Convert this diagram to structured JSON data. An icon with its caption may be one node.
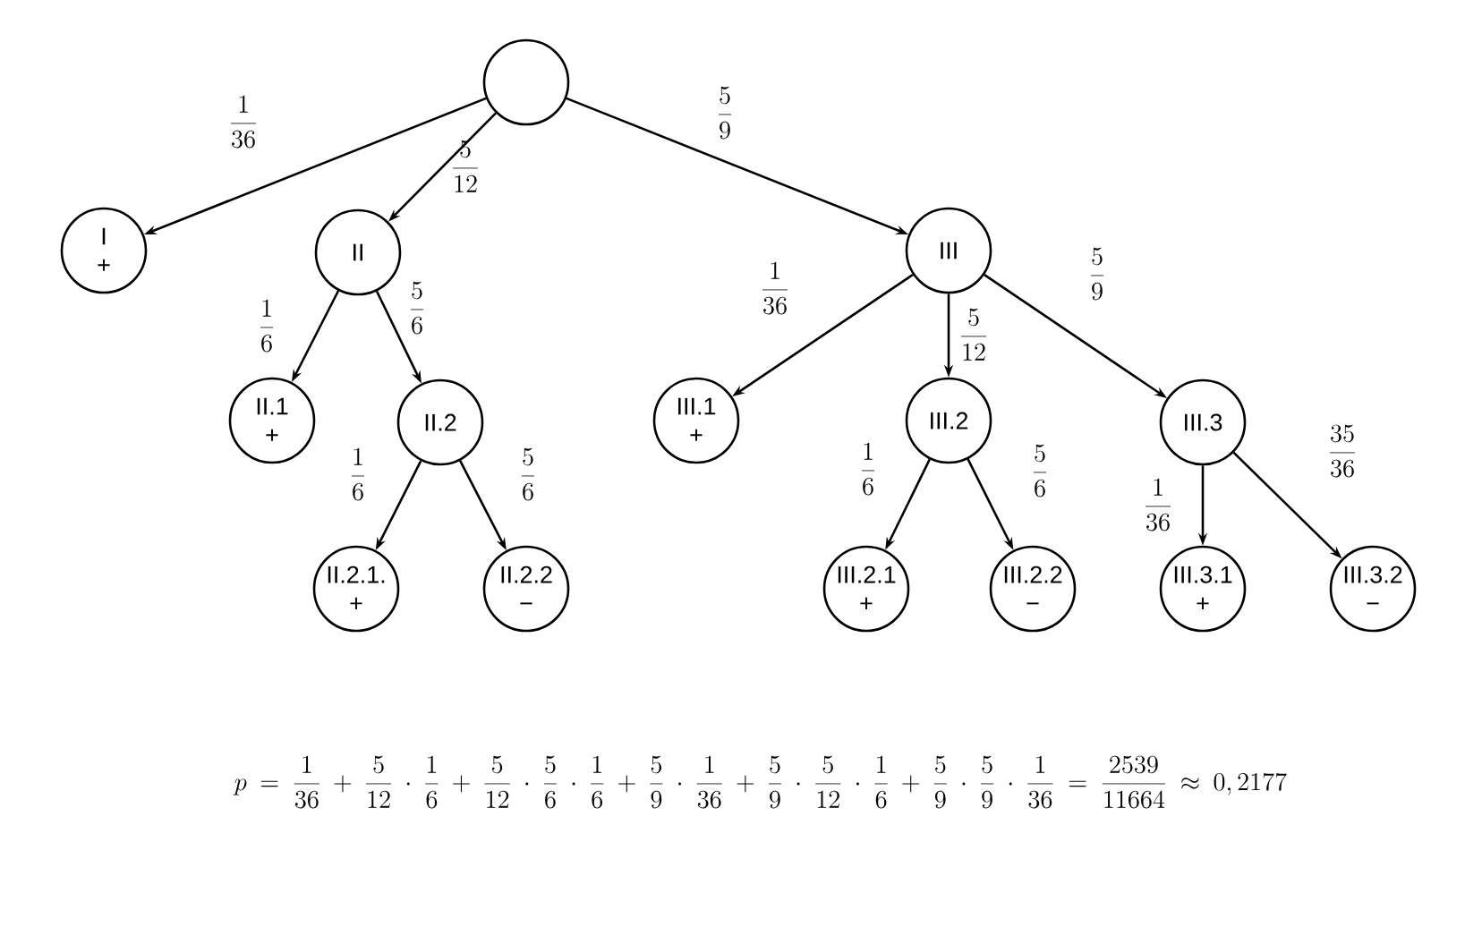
{
  "diagram": {
    "nodes": [
      {
        "text": [],
        "shape": "circle"
      },
      {
        "text": [
          "I",
          "+"
        ]
      },
      {
        "text": [
          "II"
        ]
      },
      {
        "text": [
          "III"
        ]
      },
      {
        "text": [
          "II.1",
          "+"
        ]
      },
      {
        "text": [
          "II.2"
        ]
      },
      {
        "text": [
          "III.1",
          "+"
        ]
      },
      {
        "text": [
          "III.2"
        ]
      },
      {
        "text": [
          "III.3"
        ]
      },
      {
        "text": [
          "II.2.1.",
          "+"
        ]
      },
      {
        "text": [
          "II.2.2",
          "−"
        ]
      },
      {
        "text": [
          "III.2.1",
          "+"
        ]
      },
      {
        "text": [
          "III.2.2",
          "−"
        ]
      },
      {
        "text": [
          "III.3.1",
          "+"
        ]
      },
      {
        "text": [
          "III.3.2",
          "−"
        ]
      }
    ],
    "edges": [
      {
        "from": 0,
        "to": 1,
        "arrow": "to",
        "label": "\\frac{1}{36}"
      },
      {
        "from": 0,
        "to": 2,
        "arrow": "to",
        "label": "\\frac{5}{12}"
      },
      {
        "from": 0,
        "to": 3,
        "arrow": "to",
        "label": "\\frac{5}{9}"
      },
      {
        "from": 2,
        "to": 4,
        "arrow": "to",
        "label": "\\frac{1}{6}"
      },
      {
        "from": 2,
        "to": 5,
        "arrow": "to",
        "label": "\\frac{5}{6}"
      },
      {
        "from": 3,
        "to": 6,
        "arrow": "to",
        "label": "\\frac{1}{36}"
      },
      {
        "from": 3,
        "to": 7,
        "arrow": "to",
        "label": "\\frac{5}{12}"
      },
      {
        "from": 3,
        "to": 8,
        "arrow": "to",
        "label": "\\frac{5}{9}"
      },
      {
        "from": 5,
        "to": 9,
        "arrow": "to",
        "label": "\\frac{1}{6}"
      },
      {
        "from": 5,
        "to": 10,
        "arrow": "to",
        "label": "\\frac{5}{6}"
      },
      {
        "from": 7,
        "to": 11,
        "arrow": "to",
        "label": "\\frac{1}{6}"
      },
      {
        "from": 7,
        "to": 12,
        "arrow": "to",
        "label": "\\frac{5}{6}"
      },
      {
        "from": 8,
        "to": 13,
        "arrow": "to",
        "label": "\\frac{1}{36}"
      },
      {
        "from": 8,
        "to": 14,
        "arrow": "to",
        "label": "\\frac{35}{36}"
      }
    ],
    "labels": [
      "p=\\frac{1}{36}+\\frac{5}{12}\\cdot\\frac{1}{6}+\\frac{5}{12}\\cdot\\frac{5}{6}\\cdot\\frac{1}{6}+\\frac{5}{9}\\cdot\\frac{1}{36}+\\frac{5}{9}\\cdot\\frac{5}{12}\\cdot\\frac{1}{6}+\\frac{5}{9}\\cdot\\frac{5}{9}\\cdot\\frac{1}{36}=\\frac{2539}{11664}\\approx 0,2177"
    ]
  }
}
